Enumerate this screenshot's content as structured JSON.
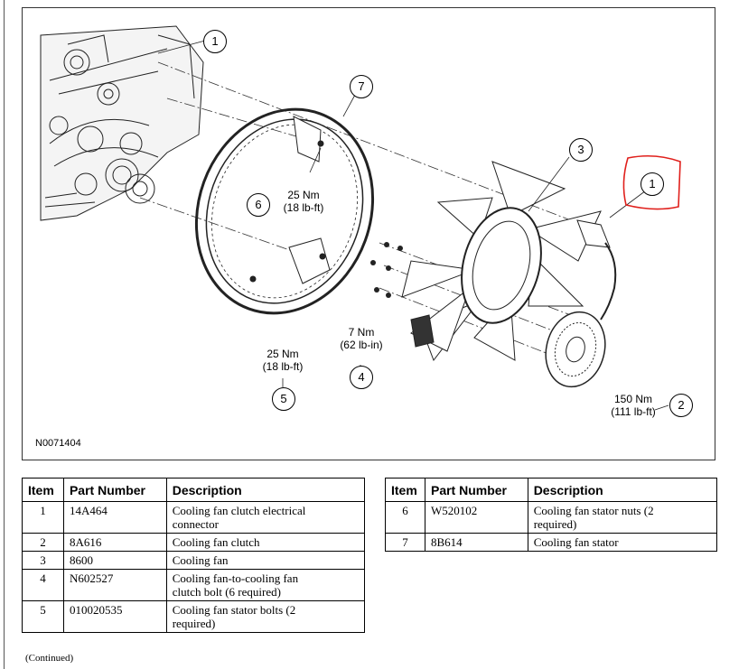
{
  "figure": {
    "figure_id": "N0071404",
    "callouts": [
      {
        "num": "1"
      },
      {
        "num": "7"
      },
      {
        "num": "3"
      },
      {
        "num": "1"
      },
      {
        "num": "6",
        "torque_nm": "25 Nm",
        "torque_imp": "(18 lb-ft)"
      },
      {
        "num": "4",
        "torque_nm": "7 Nm",
        "torque_imp": "(62 lb-in)"
      },
      {
        "num": "5",
        "torque_nm": "25 Nm",
        "torque_imp": "(18 lb-ft)"
      },
      {
        "num": "2",
        "torque_nm": "150 Nm",
        "torque_imp": "(111 lb-ft)"
      }
    ],
    "highlight_color": "#e0201c"
  },
  "tables": {
    "headers": {
      "item": "Item",
      "part_number": "Part Number",
      "description": "Description"
    },
    "left_rows": [
      {
        "item": "1",
        "part": "14A464",
        "desc1": "Cooling fan clutch electrical",
        "desc2": "connector"
      },
      {
        "item": "2",
        "part": "8A616",
        "desc1": "Cooling fan clutch",
        "desc2": ""
      },
      {
        "item": "3",
        "part": "8600",
        "desc1": "Cooling fan",
        "desc2": ""
      },
      {
        "item": "4",
        "part": "N602527",
        "desc1": "Cooling fan-to-cooling fan",
        "desc2": "clutch bolt (6 required)"
      },
      {
        "item": "5",
        "part": "010020535",
        "desc1": "Cooling fan stator bolts (2",
        "desc2": "required)"
      }
    ],
    "right_rows": [
      {
        "item": "6",
        "part": "W520102",
        "desc1": "Cooling fan stator nuts (2",
        "desc2": "required)"
      },
      {
        "item": "7",
        "part": "8B614",
        "desc1": "Cooling fan stator",
        "desc2": ""
      }
    ]
  },
  "footer": {
    "continued": "(Continued)"
  }
}
